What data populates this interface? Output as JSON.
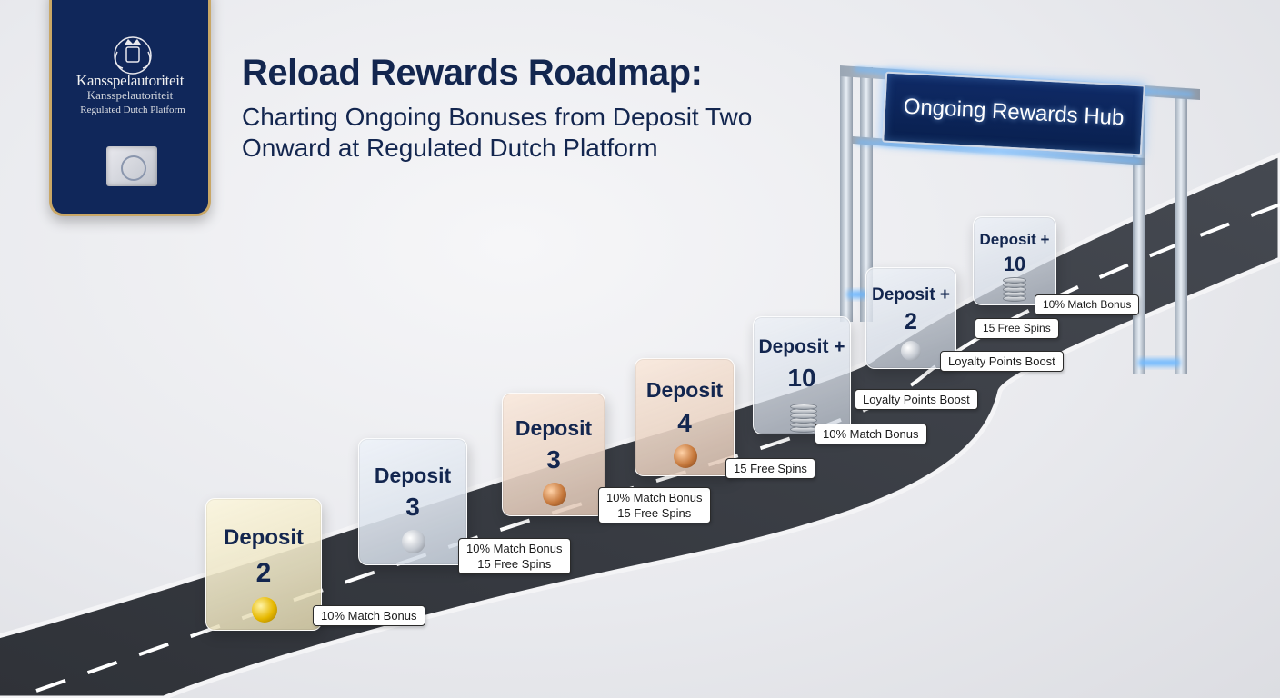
{
  "badge": {
    "name": "Kansspelautoriteit",
    "sub": "Kansspelautoriteit",
    "sub2": "Regulated Dutch Platform"
  },
  "header": {
    "title": "Reload Rewards Roadmap:",
    "subtitle": "Charting Ongoing Bonuses from Deposit Two Onward at Regulated Dutch Platform"
  },
  "hub": {
    "sign": "Ongoing Rewards Hub"
  },
  "milestones": [
    {
      "label": "Deposit",
      "number": "2",
      "tags": [
        "10% Match Bonus"
      ]
    },
    {
      "label": "Deposit",
      "number": "3",
      "tags": [
        "10% Match Bonus",
        "15 Free Spins"
      ]
    },
    {
      "label": "Deposit",
      "number": "3",
      "tags": [
        "10% Match Bonus",
        "15 Free Spins"
      ]
    },
    {
      "label": "Deposit",
      "number": "4",
      "tags": [
        "15 Free Spins"
      ]
    },
    {
      "label": "Deposit +",
      "number": "10",
      "tags": [
        "10% Match Bonus",
        "Loyalty Points Boost"
      ]
    },
    {
      "label": "Deposit +",
      "number": "2",
      "tags": [
        "Loyalty Points Boost"
      ]
    },
    {
      "label": "Deposit +",
      "number": "10",
      "tags": [
        "10% Match Bonus",
        "15 Free Spins"
      ]
    }
  ],
  "colors": {
    "navy": "#13264f",
    "road": "#3a3d44",
    "gold_border": "#c9a766",
    "hub_glow": "#5aa8ff"
  }
}
